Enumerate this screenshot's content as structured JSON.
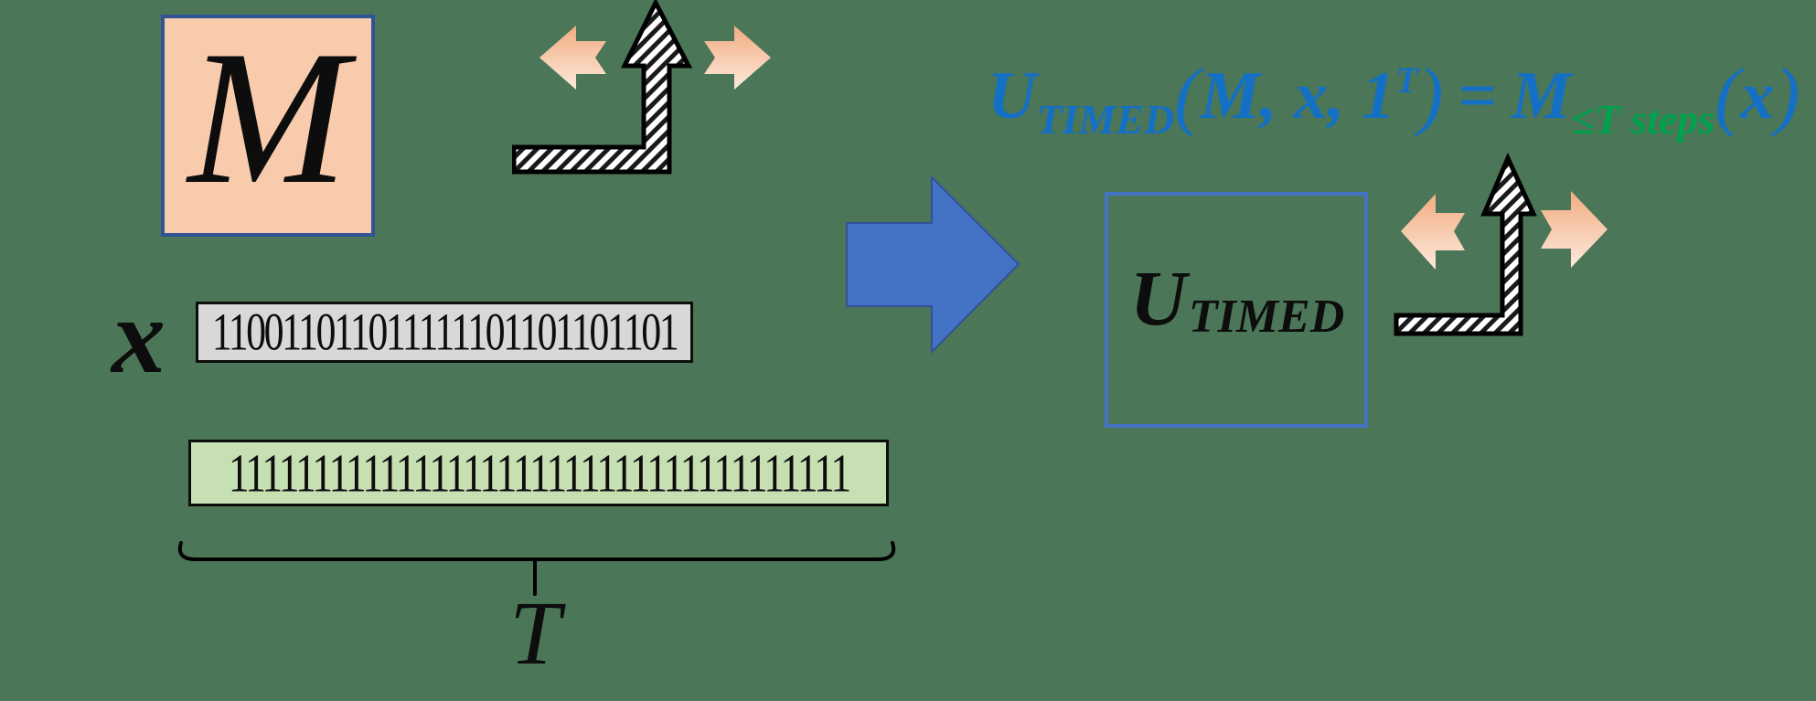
{
  "colors": {
    "background": "#4b7657",
    "machine_box_fill": "#f8cbad",
    "machine_box_border": "#2e5495",
    "input_box_fill": "#d8d8d8",
    "time_box_fill": "#c6e0b4",
    "box_outline": "#0d0d0d",
    "transform_arrow_fill": "#4472c4",
    "utimed_box_border": "#4472c4",
    "formula_blue": "#1470c4",
    "formula_green": "#00a24e",
    "peach_arrow_dark": "#f1ac80",
    "peach_arrow_light": "#fdeadd"
  },
  "machine_box": {
    "label": "M"
  },
  "input_row": {
    "label": "x",
    "bits": "110011011011111101101101101"
  },
  "time_row": {
    "bits": "1111111111111111111111111111111111111",
    "brace_label": "T"
  },
  "utimed_box": {
    "base": "U",
    "subscript": "TIMED"
  },
  "formula": {
    "lhs_base": "U",
    "lhs_subscript": "TIMED",
    "lparen": "(",
    "args": "M, x, 1",
    "superscript": "T",
    "rparen": ")",
    "equals": "=",
    "rhs_base": "M",
    "rhs_subscript": "≤T steps",
    "rhs_lparen": "(",
    "rhs_arg": "x",
    "rhs_rparen": ")"
  }
}
